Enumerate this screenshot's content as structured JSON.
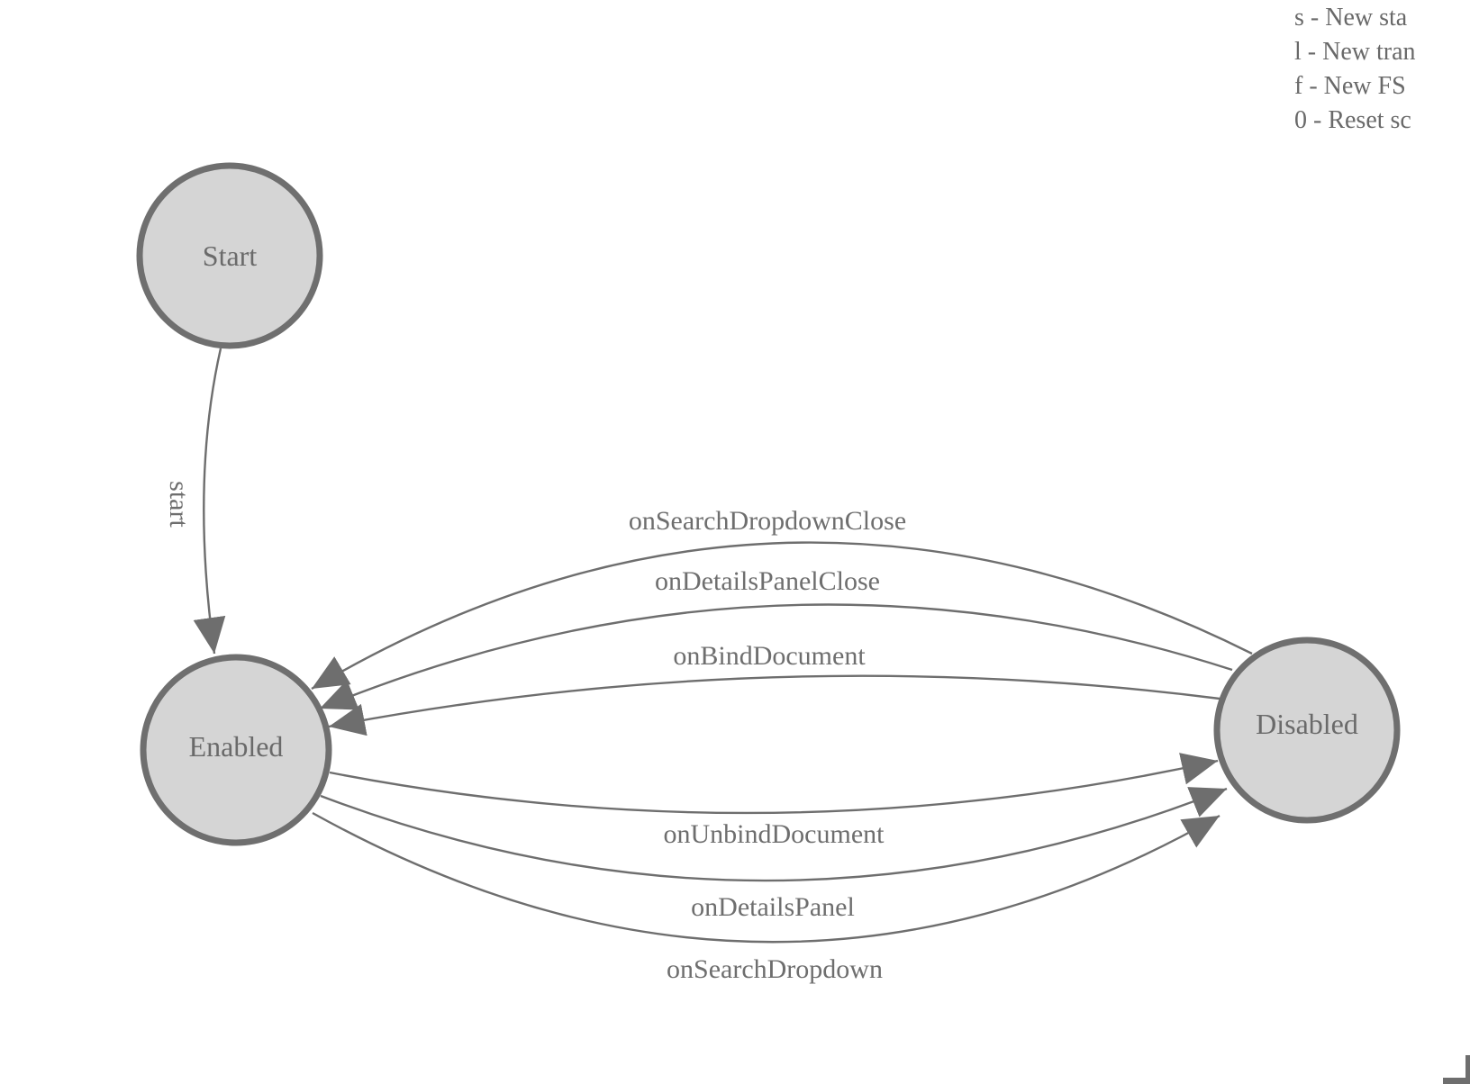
{
  "legend": {
    "lines": [
      "s - New sta",
      "l - New tran",
      "f - New FS",
      "0 - Reset sc"
    ]
  },
  "diagram": {
    "type": "finite-state-machine",
    "nodes": {
      "start": {
        "label": "Start"
      },
      "enabled": {
        "label": "Enabled"
      },
      "disabled": {
        "label": "Disabled"
      }
    },
    "edges": {
      "start": {
        "label": "start",
        "from": "Start",
        "to": "Enabled"
      },
      "onSearchDropdownClose": {
        "label": "onSearchDropdownClose",
        "from": "Disabled",
        "to": "Enabled"
      },
      "onDetailsPanelClose": {
        "label": "onDetailsPanelClose",
        "from": "Disabled",
        "to": "Enabled"
      },
      "onBindDocument": {
        "label": "onBindDocument",
        "from": "Disabled",
        "to": "Enabled"
      },
      "onUnbindDocument": {
        "label": "onUnbindDocument",
        "from": "Enabled",
        "to": "Disabled"
      },
      "onDetailsPanel": {
        "label": "onDetailsPanel",
        "from": "Enabled",
        "to": "Disabled"
      },
      "onSearchDropdown": {
        "label": "onSearchDropdown",
        "from": "Enabled",
        "to": "Disabled"
      }
    }
  },
  "colors": {
    "node_fill": "#d5d5d5",
    "node_stroke": "#6f6f6f",
    "edge_stroke": "#6e6e6e",
    "label_text": "#6a6a6a",
    "legend_text": "#696969",
    "background": "#ffffff"
  }
}
